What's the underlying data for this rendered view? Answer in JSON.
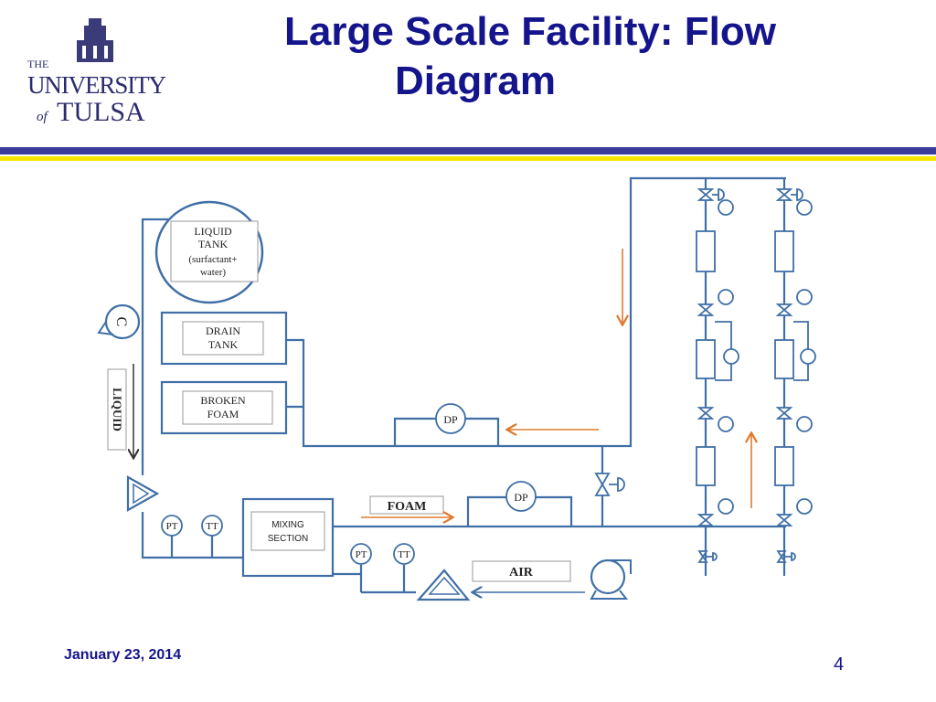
{
  "slide": {
    "title_line1": "Large Scale Facility: Flow",
    "title_line2": "Diagram",
    "date": "January 23, 2014",
    "page_number": "4"
  },
  "logo": {
    "the": "THE",
    "university": "UNIVERSITY",
    "of": "of",
    "tulsa": "TULSA"
  },
  "diagram": {
    "liquid_tank": [
      "LIQUID",
      "TANK",
      "(surfactant+",
      "water)"
    ],
    "drain_tank": [
      "DRAIN",
      "TANK"
    ],
    "broken_foam": [
      "BROKEN",
      "FOAM"
    ],
    "mixing_section": [
      "MIXING",
      "SECTION"
    ],
    "compressor_symbol": "C",
    "liquid_label": "LIQUID",
    "foam_label": "FOAM",
    "air_label": "AIR",
    "dp_label": "DP",
    "pt_label": "PT",
    "tt_label": "TT",
    "line_color": "#3f6fa6",
    "arrow_color": "#e07a2e"
  }
}
